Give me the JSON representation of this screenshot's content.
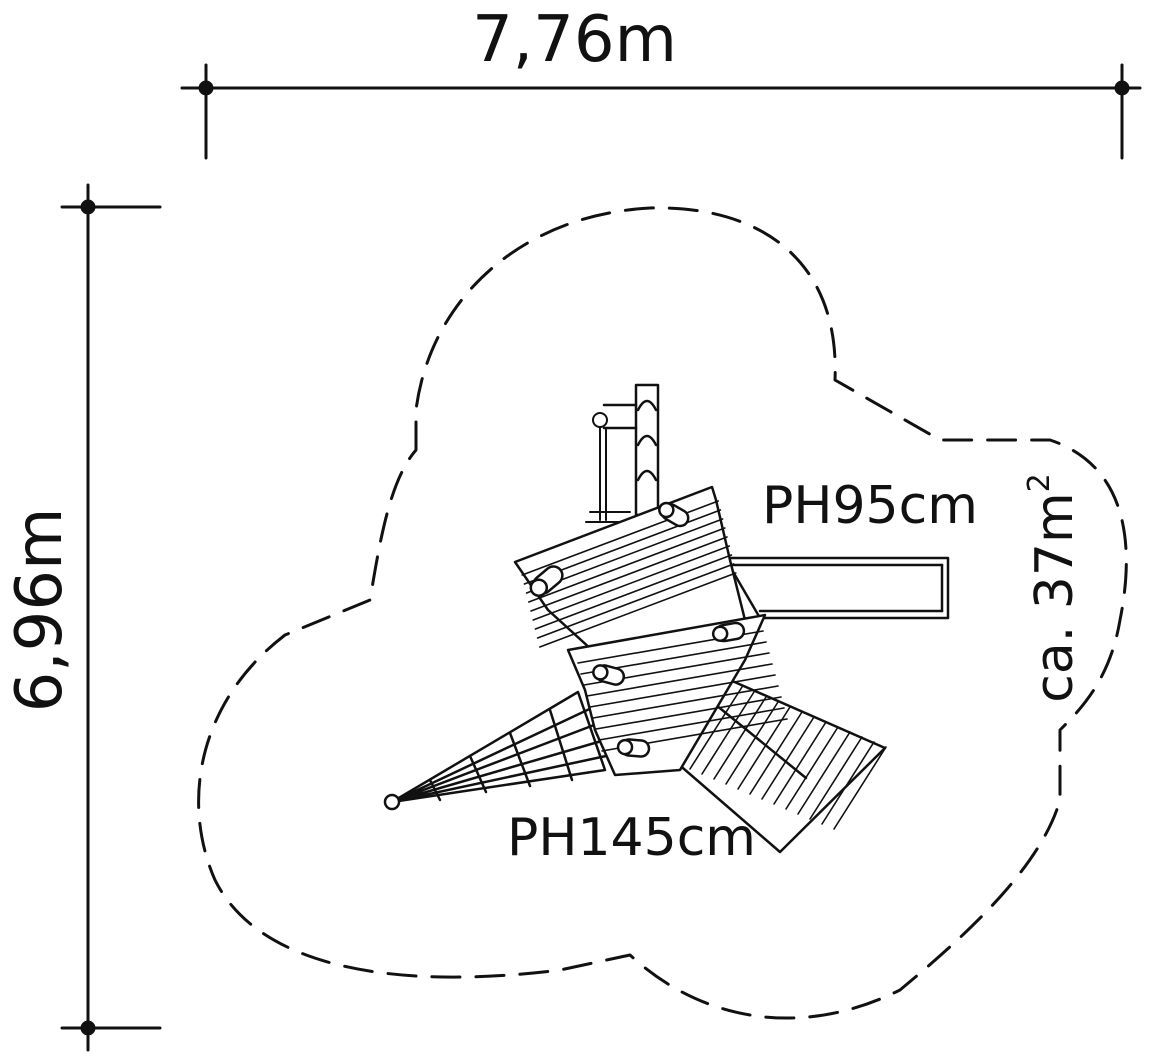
{
  "dimensions": {
    "width_label": "7,76m",
    "height_label": "6,96m"
  },
  "platforms": {
    "ph95_label": "PH95cm",
    "ph145_label": "PH145cm"
  },
  "area": {
    "prefix": "ca. 37m",
    "superscript": "2"
  },
  "colors": {
    "line": "#111111",
    "background": "#ffffff"
  }
}
